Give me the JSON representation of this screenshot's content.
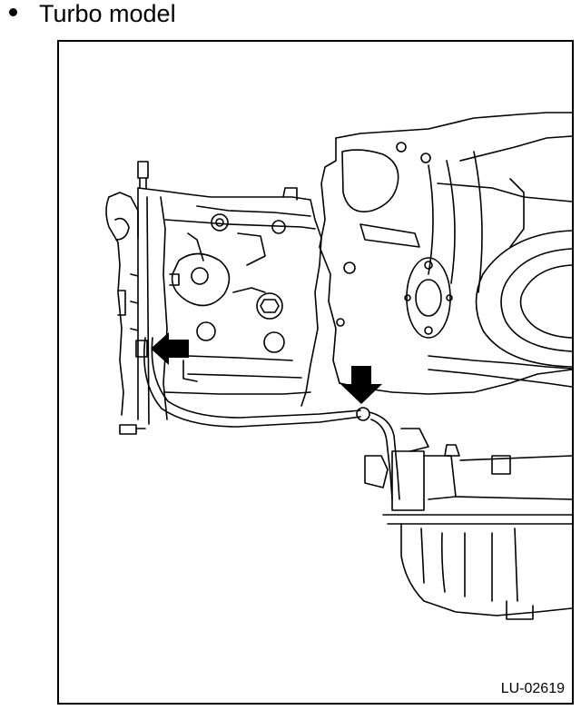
{
  "heading": {
    "bullet": "•",
    "text": "Turbo model"
  },
  "figure": {
    "id": "LU-02619"
  },
  "colors": {
    "line": "#000000",
    "background": "#ffffff"
  },
  "callouts": [
    {
      "name": "left-arrow",
      "direction": "left"
    },
    {
      "name": "down-arrow",
      "direction": "down"
    }
  ]
}
